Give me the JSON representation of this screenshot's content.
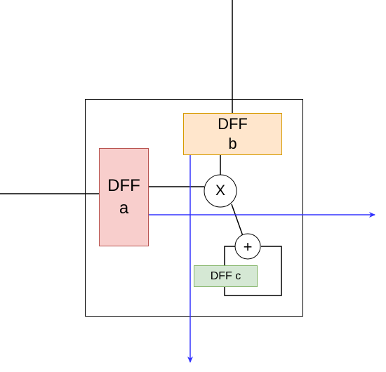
{
  "blocks": {
    "dff_a": {
      "line1": "DFF",
      "line2": "a"
    },
    "dff_b": {
      "line1": "DFF",
      "line2": "b"
    },
    "dff_c": {
      "label": "DFF c"
    }
  },
  "operators": {
    "multiply": "X",
    "add": "+"
  },
  "colors": {
    "wire": "#000000",
    "signal": "#3333ff",
    "dff_a_fill": "#f8cecc",
    "dff_b_fill": "#ffe6cc",
    "dff_c_fill": "#d5e8d4"
  }
}
